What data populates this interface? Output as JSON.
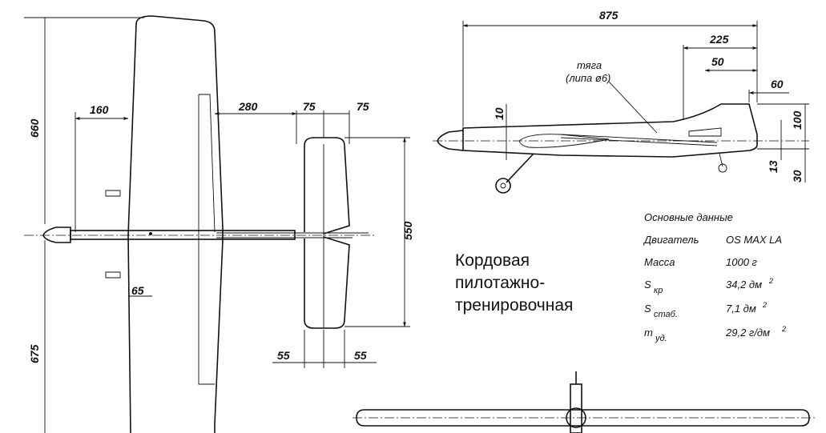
{
  "dimensions": {
    "span_upper": "660",
    "span_lower": "675",
    "d160": "160",
    "d65": "65",
    "d280": "280",
    "d75a": "75",
    "d75b": "75",
    "d550": "550",
    "d55a": "55",
    "d55b": "55",
    "length": "875",
    "d225": "225",
    "d50": "50",
    "d60": "60",
    "d10": "10",
    "d100": "100",
    "d13": "13",
    "d30": "30"
  },
  "pushrod_label": [
    "тяга",
    "(липа ø6)"
  ],
  "title_lines": [
    "Кордовая",
    "пилотажно-",
    "тренировочная"
  ],
  "specs": {
    "heading": "Основные данные",
    "rows": [
      {
        "label": "Двигатель",
        "label_sub": "",
        "value": "OS MAX LA",
        "value_sup": ""
      },
      {
        "label": "Масса",
        "label_sub": "",
        "value": "1000 г",
        "value_sup": ""
      },
      {
        "label": "S",
        "label_sub": "кр",
        "value": "34,2 дм",
        "value_sup": "2"
      },
      {
        "label": "S",
        "label_sub": "стаб.",
        "value": "7,1 дм",
        "value_sup": "2"
      },
      {
        "label": "m",
        "label_sub": "уд.",
        "value": "29,2 г/дм",
        "value_sup": "2"
      }
    ]
  }
}
